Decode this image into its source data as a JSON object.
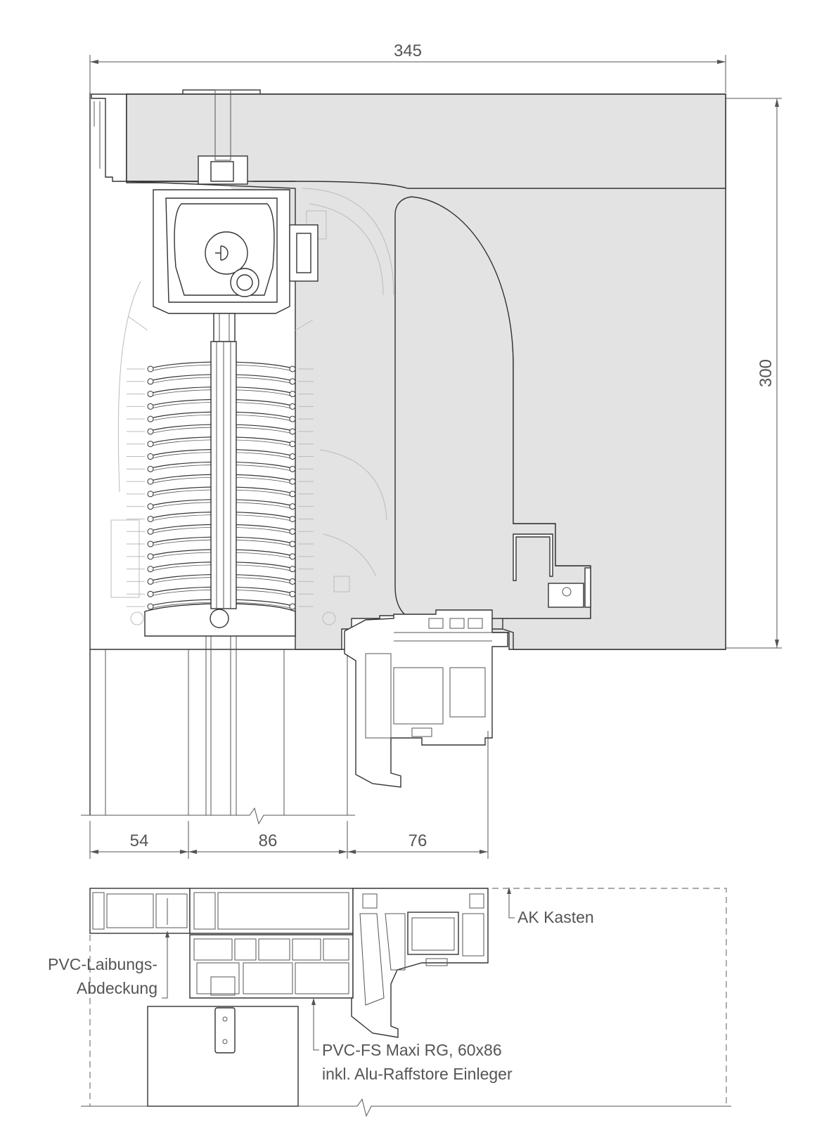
{
  "dimensions": {
    "overall_width": "345",
    "overall_height": "300",
    "segment_left": "54",
    "segment_middle": "86",
    "segment_right": "76"
  },
  "labels": {
    "ak_kasten": "AK Kasten",
    "pvc_laibung_line1": "PVC-Laibungs-",
    "pvc_laibung_line2": "Abdeckung",
    "pvc_fs_line1": "PVC-FS Maxi RG, 60x86",
    "pvc_fs_line2": "inkl. Alu-Raffstore Einleger"
  },
  "blinds": {
    "slat_count": 20
  },
  "colors": {
    "insulation_fill": "#e3e3e3",
    "line": "#333333"
  }
}
